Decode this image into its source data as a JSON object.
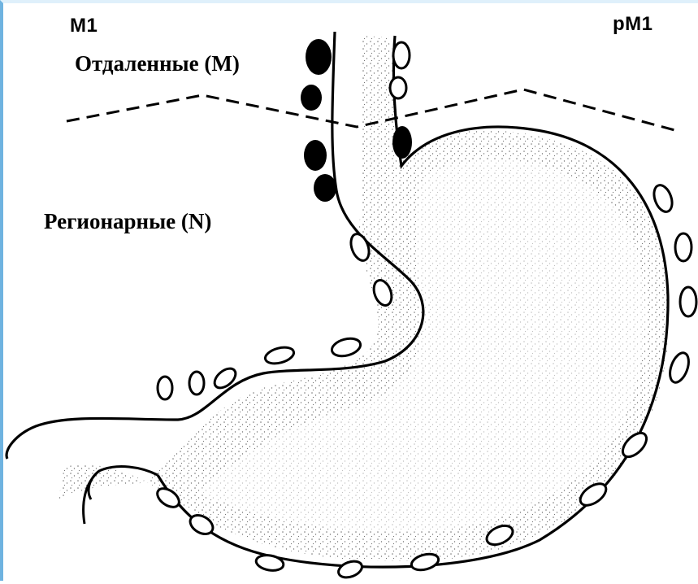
{
  "labels": {
    "m1": "M1",
    "pm1": "pM1",
    "distant": "Отдаленные (М)",
    "regional": "Регионарные (N)"
  },
  "colors": {
    "frame_accent": "#6fb3e0",
    "ink": "#000000",
    "node_filled": "#000000",
    "node_open": "#ffffff"
  }
}
